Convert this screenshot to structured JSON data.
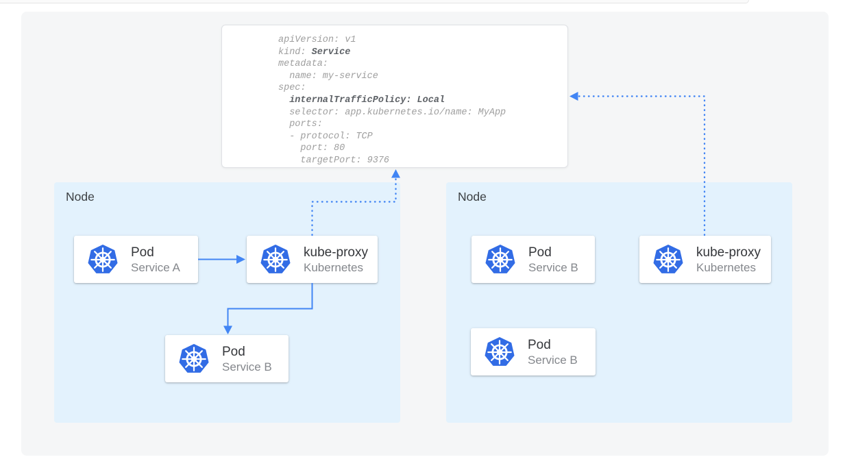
{
  "yaml_card": {
    "lines": [
      {
        "segments": [
          {
            "text": "apiVersion: v1",
            "bold": false
          }
        ]
      },
      {
        "segments": [
          {
            "text": "kind: ",
            "bold": false
          },
          {
            "text": "Service",
            "bold": true
          }
        ]
      },
      {
        "segments": [
          {
            "text": "metadata:",
            "bold": false
          }
        ]
      },
      {
        "segments": [
          {
            "text": "  name: my-service",
            "bold": false
          }
        ]
      },
      {
        "segments": [
          {
            "text": "spec:",
            "bold": false
          }
        ]
      },
      {
        "segments": [
          {
            "text": "  ",
            "bold": false
          },
          {
            "text": "internalTrafficPolicy: Local",
            "bold": true
          }
        ]
      },
      {
        "segments": [
          {
            "text": "  selector: app.kubernetes.io/name: MyApp",
            "bold": false
          }
        ]
      },
      {
        "segments": [
          {
            "text": "  ports:",
            "bold": false
          }
        ]
      },
      {
        "segments": [
          {
            "text": "  - protocol: TCP",
            "bold": false
          }
        ]
      },
      {
        "segments": [
          {
            "text": "    port: 80",
            "bold": false
          }
        ]
      },
      {
        "segments": [
          {
            "text": "    targetPort: 9376",
            "bold": false
          }
        ]
      }
    ]
  },
  "nodes": [
    {
      "label": "Node",
      "cards": [
        {
          "title": "Pod",
          "subtitle": "Service A",
          "icon": "kubernetes-icon"
        },
        {
          "title": "kube-proxy",
          "subtitle": "Kubernetes",
          "icon": "kubernetes-icon"
        },
        {
          "title": "Pod",
          "subtitle": "Service B",
          "icon": "kubernetes-icon"
        }
      ]
    },
    {
      "label": "Node",
      "cards": [
        {
          "title": "Pod",
          "subtitle": "Service B",
          "icon": "kubernetes-icon"
        },
        {
          "title": "kube-proxy",
          "subtitle": "Kubernetes",
          "icon": "kubernetes-icon"
        },
        {
          "title": "Pod",
          "subtitle": "Service B",
          "icon": "kubernetes-icon"
        }
      ]
    }
  ],
  "connections": [
    {
      "from": "pod-service-a",
      "to": "kube-proxy-left",
      "style": "solid-arrow"
    },
    {
      "from": "kube-proxy-left",
      "to": "pod-service-b-left",
      "style": "solid-arrow"
    },
    {
      "from": "kube-proxy-left",
      "to": "service-yaml-card",
      "style": "dotted-arrow"
    },
    {
      "from": "kube-proxy-right",
      "to": "service-yaml-card",
      "style": "dotted-arrow"
    }
  ],
  "colors": {
    "arrow_blue": "#4285f4",
    "kubernetes_blue": "#326ce5",
    "node_bg": "#e3f2fd",
    "panel_bg": "#f5f6f7",
    "yaml_text": "#9e9e9e",
    "yaml_bold_text": "#5d6166"
  }
}
